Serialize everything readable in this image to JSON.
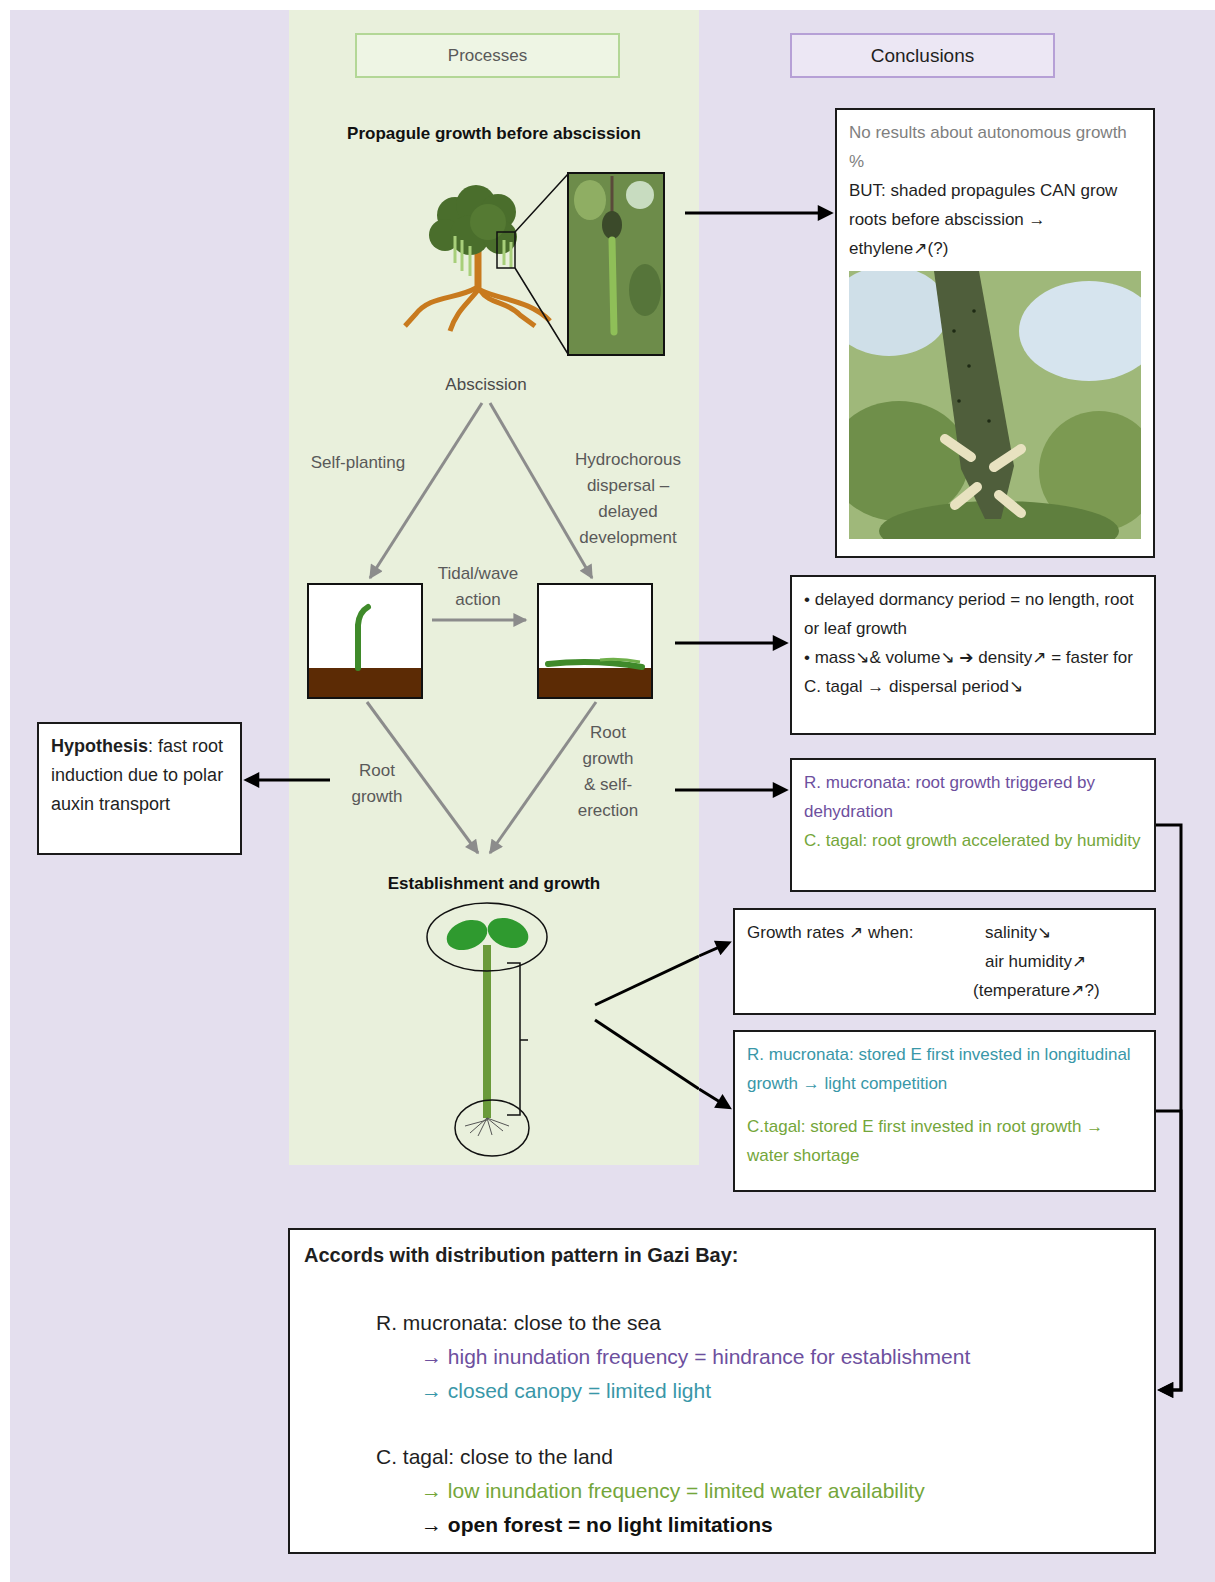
{
  "diagram": {
    "nodes": [
      {
        "text": [
          "Propagule growth before abscission",
          "Abscission",
          "Self-planting",
          "Hydrochorous dispersal – delayed development",
          "Tidal/wave action",
          "Root growth",
          "Root growth & self-erection",
          "Establishment and growth"
        ]
      },
      {
        "text": [
          "Processes"
        ],
        "in": 0
      },
      {
        "text": [
          "Conclusions"
        ]
      },
      {
        "text": [
          "No results about autonomous growth %",
          "BUT: shaded propagules CAN grow roots before abscission → ethylene↗(?)"
        ]
      },
      {
        "text": [
          "• delayed dormancy period = no length, root or leaf growth",
          "• mass↘& volume↘ ➔ density↗ = faster for C. tagal → dispersal period↘"
        ]
      },
      {
        "text": [
          "Hypothesis",
          ": fast root induction due to polar auxin transport"
        ]
      },
      {
        "text": [
          "R. mucronata: root growth triggered by dehydration",
          "C. tagal: root growth accelerated by humidity"
        ]
      },
      {
        "text": [
          "Growth rates ↗ when:",
          "salinity↘",
          "air humidity↗",
          "(temperature↗?)"
        ]
      },
      {
        "text": [
          "R. mucronata: stored E first invested in longitudinal growth → light competition",
          "C.tagal: stored E first invested in root growth → water shortage"
        ]
      },
      {
        "text": [
          "Accords with distribution pattern in Gazi Bay:",
          "R. mucronata: close to the sea",
          "→ high inundation frequency = hindrance for establishment",
          "→ closed canopy = limited light",
          "C. tagal: close to the land",
          "→ low inundation frequency = limited water availability",
          "→ open forest = no light limitations"
        ]
      }
    ],
    "edges": [
      {
        "from": 0,
        "to": 3,
        "arrow": "to"
      },
      {
        "from": 0,
        "to": 4,
        "arrow": "to"
      },
      {
        "from": 0,
        "to": 6,
        "arrow": "to"
      },
      {
        "from": 0,
        "to": 5,
        "arrow": "to"
      },
      {
        "from": 0,
        "to": 7,
        "arrow": "to"
      },
      {
        "from": 0,
        "to": 8,
        "arrow": "to"
      },
      {
        "from": 6,
        "to": 9,
        "arrow": "to"
      },
      {
        "from": 8,
        "to": 9,
        "arrow": "to"
      }
    ]
  }
}
